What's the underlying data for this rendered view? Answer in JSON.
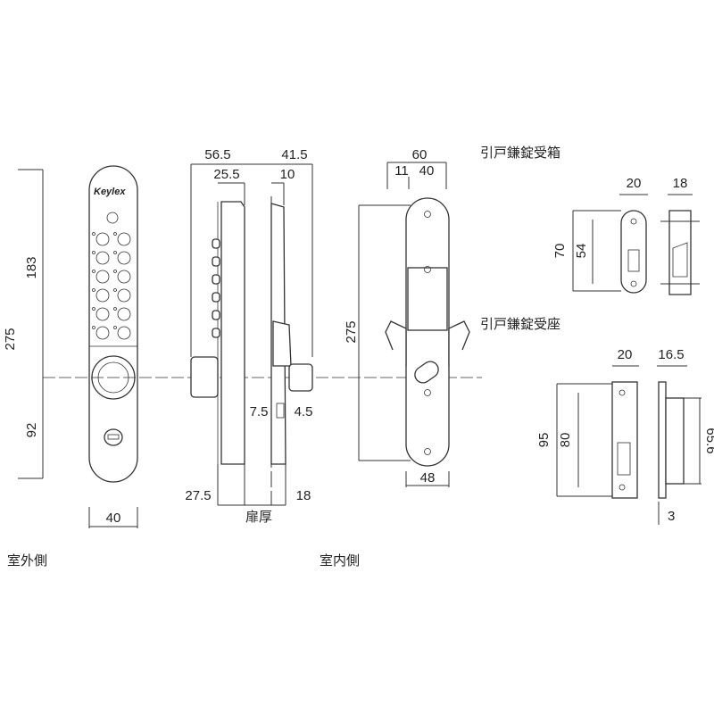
{
  "labels": {
    "outside": "室外側",
    "inside": "室内側",
    "door_thickness": "扉厚",
    "strike_box": "引戸鎌錠受箱",
    "strike_plate": "引戸鎌錠受座",
    "brand": "Keylex"
  },
  "dims": {
    "front_height": "275",
    "front_upper": "183",
    "front_lower": "92",
    "front_width": "40",
    "side_left_depth": "56.5",
    "side_left_inner": "25.5",
    "side_right_depth": "41.5",
    "side_right_inner": "10",
    "side_bottom_left": "27.5",
    "side_bottom_right": "18",
    "side_mid_left": "7.5",
    "side_mid_right": "4.5",
    "back_top_width": "60",
    "back_top_a": "11",
    "back_top_b": "40",
    "back_height": "275",
    "back_bottom_width": "48",
    "box_width": "20",
    "box_depth": "18",
    "box_height": "70",
    "box_inner": "54",
    "plate_width": "20",
    "plate_depth": "16.5",
    "plate_height": "95",
    "plate_inner": "80",
    "plate_side": "65.6",
    "plate_thick": "3"
  }
}
